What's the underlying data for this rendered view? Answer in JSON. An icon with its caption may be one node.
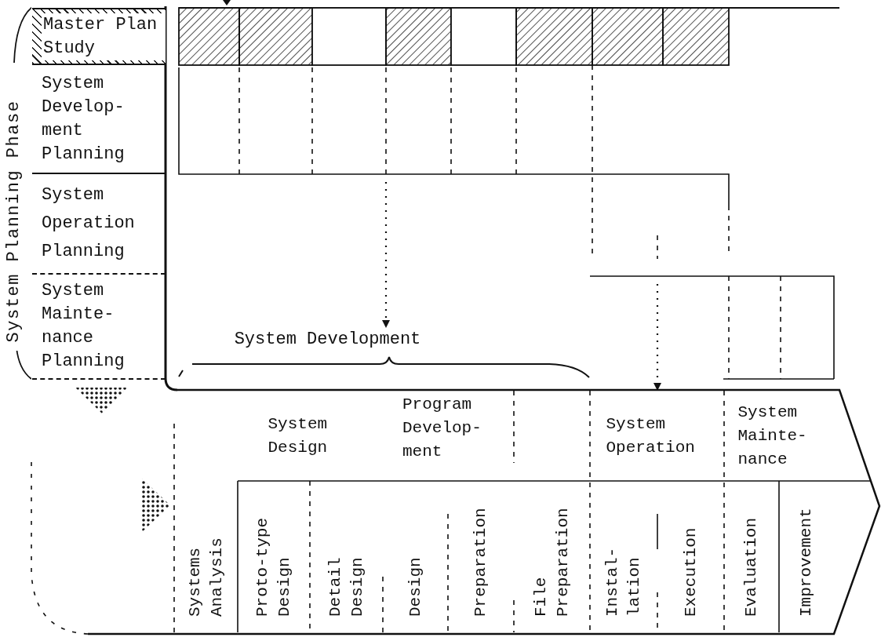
{
  "diagram": {
    "nodes": [
      {
        "text": [
          "System Planning Phase"
        ]
      },
      {
        "text": [
          "Master Plan Study"
        ]
      },
      {
        "text": [
          "System Develop- ment Planning"
        ]
      },
      {
        "text": [
          "System Operation Planning"
        ]
      },
      {
        "text": [
          "System Mainte- nance Planning"
        ]
      },
      {
        "text": [
          "System Development"
        ]
      },
      {
        "text": [
          "System Design"
        ]
      },
      {
        "text": [
          "Program Develop- ment"
        ]
      },
      {
        "text": [
          "System Operation"
        ]
      },
      {
        "text": [
          "System Mainte- nance"
        ]
      }
    ],
    "edges": [
      {
        "from": null,
        "to": 5,
        "arrow": "to",
        "style": "dashed"
      },
      {
        "from": null,
        "to": 8,
        "arrow": "to",
        "style": "dashed"
      }
    ],
    "labels": [
      "Systems Analysis",
      "Proto-type Design",
      "Detail Design",
      "Design",
      "Preparation",
      "File Preparation",
      "Instal- lation",
      "Execution",
      "Evaluation",
      "Improvement"
    ]
  }
}
